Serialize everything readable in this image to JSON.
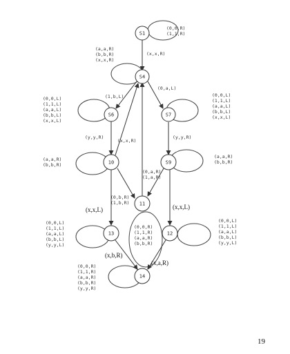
{
  "page_number": "19",
  "states": [
    {
      "id": "s1",
      "label": "S1"
    },
    {
      "id": "s4",
      "label": "S4"
    },
    {
      "id": "s6",
      "label": "S6"
    },
    {
      "id": "s7",
      "label": "S7"
    },
    {
      "id": "s9",
      "label": "S9"
    },
    {
      "id": "s10",
      "label": "10"
    },
    {
      "id": "s11",
      "label": "11"
    },
    {
      "id": "s12",
      "label": "12"
    },
    {
      "id": "s13",
      "label": "13"
    },
    {
      "id": "s14",
      "label": "14"
    }
  ],
  "loop_labels": {
    "s1": [
      "(0,0,R)",
      "(1,1,R)"
    ],
    "s4": [
      "(a,a,R)",
      "(b,b,R)",
      "(x,x,R)"
    ],
    "s6": [
      "(0,0,L)",
      "(1,1,L)",
      "(a,a,L)",
      "(b,b,L)",
      "(x,x,L)"
    ],
    "s7": [
      "(0,0,L)",
      "(1,1,L)",
      "(a,a,L)",
      "(b,b,L)",
      "(x,x,L)"
    ],
    "s10": [
      "(a,a,R)",
      "(b,b,R)"
    ],
    "s9": [
      "(a,a,R)",
      "(b,b,R)"
    ],
    "s11": [
      "(0,0,R)",
      "(1,1,R)",
      "(a,a,R)",
      "(b,b,R)"
    ],
    "s13": [
      "(0,0,L)",
      "(1,1,L)",
      "(a,a,L)",
      "(b,b,L)",
      "(y,y,L)"
    ],
    "s12": [
      "(0,0,L)",
      "(1,1,L)",
      "(a,a,L)",
      "(b,b,L)",
      "(y,y,L)"
    ],
    "s14": [
      "(0,0,R)",
      "(1,1,R)",
      "(a,a,R)",
      "(b,b,R)",
      "(y,y,R)"
    ]
  },
  "edge_labels": {
    "s1_s4": "(x,x,R)",
    "s4_s6": "(1,b,L)",
    "s4_s7": "(0,a,L)",
    "s6_s10": "(y,y,R)",
    "s10_s4": "(x,x,R)",
    "s7_s9": "(y,y,R)",
    "s9_s11": [
      "(0,a,R)",
      "(1,a,R)"
    ],
    "s10_s11": [
      "(0,b,R)",
      "(1,b,R)"
    ],
    "s10_s13": "(x,x,L)",
    "s9_s12": "(x,x,L)",
    "s13_s14": "(x,b,R)",
    "s12_s14": "(x,a,R)"
  }
}
